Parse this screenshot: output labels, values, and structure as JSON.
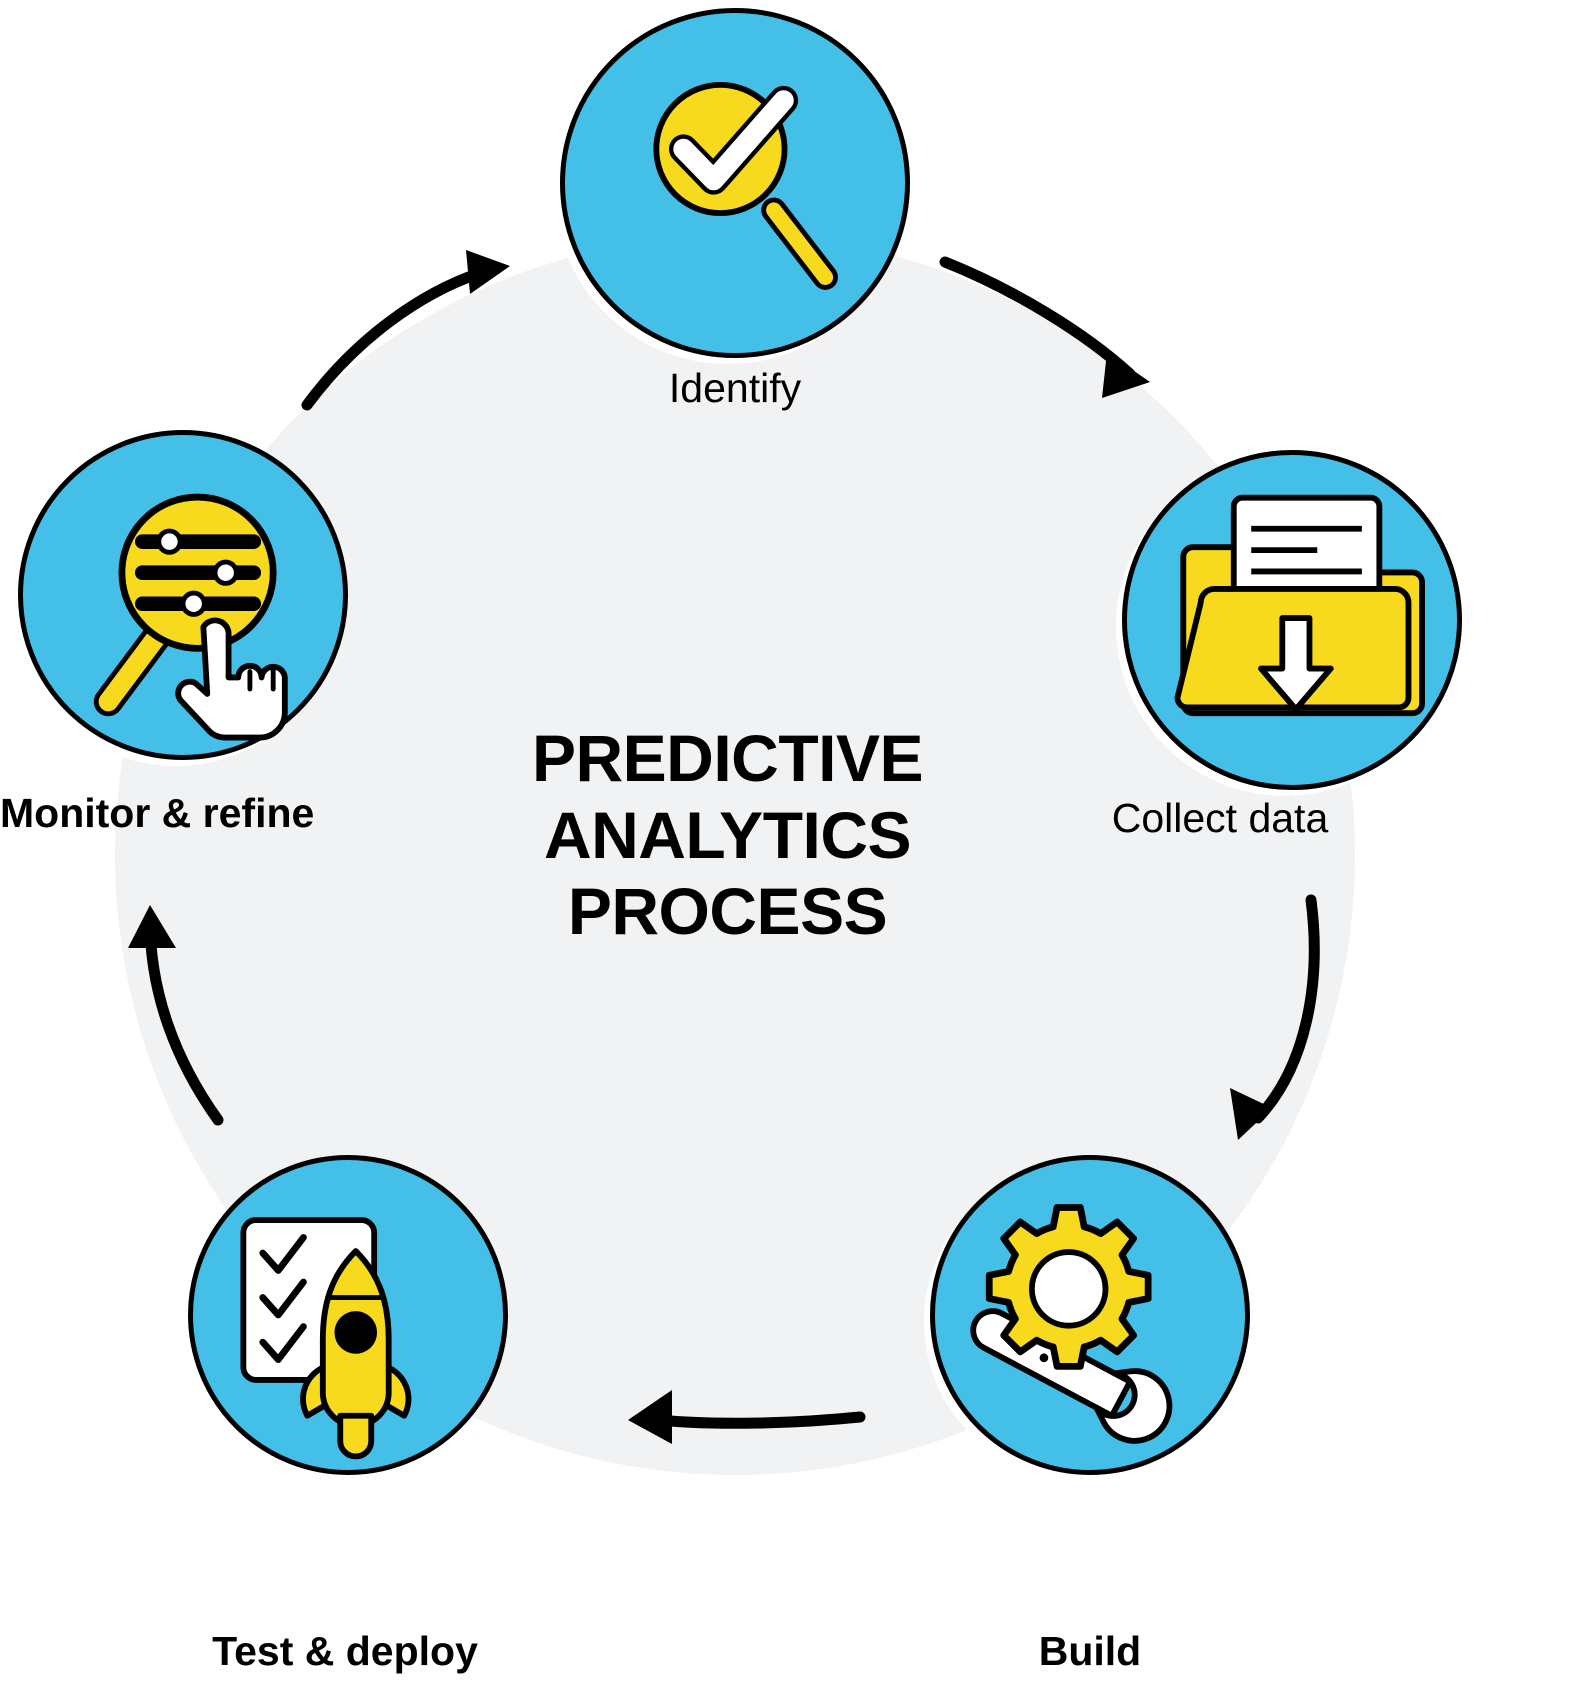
{
  "diagram": {
    "center_title": "PREDICTIVE\nANALYTICS\nPROCESS",
    "center_title_lines": [
      "PREDICTIVE",
      "ANALYTICS",
      "PROCESS"
    ],
    "background_circle_color": "#f0f2f4",
    "node_fill_color": "#44bfe8",
    "node_accent_color": "#f7d91d",
    "node_outline_color": "#000000",
    "arrow_color": "#000000",
    "flow_direction": "clockwise",
    "nodes": [
      {
        "id": "identify",
        "label": "Identify",
        "icon": "magnifier-check-icon",
        "icon_description": "magnifying glass with yellow lens and white checkmark",
        "position": "top"
      },
      {
        "id": "collect-data",
        "label": "Collect data",
        "icon": "folder-download-icon",
        "icon_description": "yellow folder with white document and white down arrow",
        "position": "right"
      },
      {
        "id": "build",
        "label": "Build",
        "icon": "gear-wrench-icon",
        "icon_description": "yellow gear with white wrench",
        "position": "bottom-right"
      },
      {
        "id": "test-deploy",
        "label": "Test & deploy",
        "icon": "checklist-rocket-icon",
        "icon_description": "white checklist with three checkmarks and a yellow rocket",
        "position": "bottom-left"
      },
      {
        "id": "monitor-refine",
        "label": "Monitor & refine",
        "icon": "magnifier-sliders-hand-icon",
        "icon_description": "magnifying glass with yellow lens showing three sliders and a white pointing hand",
        "position": "left"
      }
    ],
    "arrows": [
      {
        "from": "monitor-refine",
        "to": "identify"
      },
      {
        "from": "identify",
        "to": "collect-data"
      },
      {
        "from": "collect-data",
        "to": "build"
      },
      {
        "from": "build",
        "to": "test-deploy"
      },
      {
        "from": "test-deploy",
        "to": "monitor-refine"
      }
    ]
  }
}
